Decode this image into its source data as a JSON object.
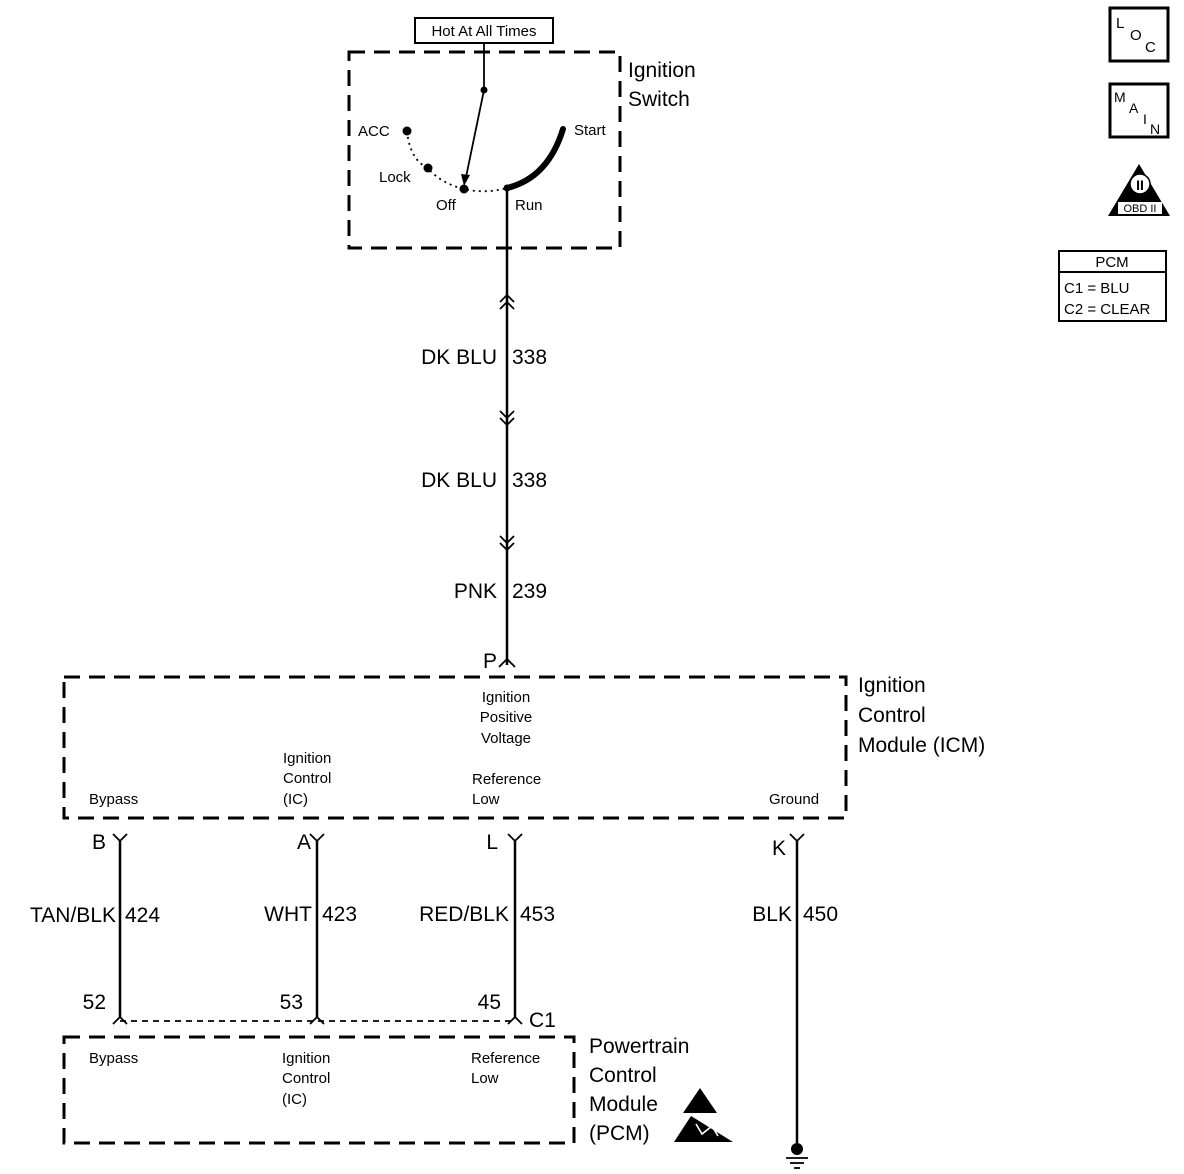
{
  "ignition_switch": {
    "hot_label": "Hot At All Times",
    "title_line1": "Ignition",
    "title_line2": "Switch",
    "positions": {
      "acc": "ACC",
      "lock": "Lock",
      "off": "Off",
      "run": "Run",
      "start": "Start"
    }
  },
  "icons": {
    "loc": {
      "l": "L",
      "o": "O",
      "c": "C"
    },
    "main": {
      "m": "M",
      "a": "A",
      "i": "I",
      "n": "N"
    },
    "obd": {
      "numeral": "II",
      "label": "OBD II"
    },
    "pcm_legend": {
      "title": "PCM",
      "c1": "C1 = BLU",
      "c2": "C2 = CLEAR"
    }
  },
  "wires": {
    "w1": {
      "color": "DK BLU",
      "circuit": "338"
    },
    "w2": {
      "color": "DK BLU",
      "circuit": "338"
    },
    "w3": {
      "color": "PNK",
      "circuit": "239"
    },
    "bypass": {
      "color": "TAN/BLK",
      "circuit": "424"
    },
    "ic": {
      "color": "WHT",
      "circuit": "423"
    },
    "ref_low": {
      "color": "RED/BLK",
      "circuit": "453"
    },
    "ground": {
      "color": "BLK",
      "circuit": "450"
    }
  },
  "icm": {
    "title_line1": "Ignition",
    "title_line2": "Control",
    "title_line3": "Module (ICM)",
    "pin_p": "P",
    "ipv_line1": "Ignition",
    "ipv_line2": "Positive",
    "ipv_line3": "Voltage",
    "bypass": "Bypass",
    "ic_line1": "Ignition",
    "ic_line2": "Control",
    "ic_line3": "(IC)",
    "ref_line1": "Reference",
    "ref_line2": "Low",
    "ground": "Ground",
    "pin_b": "B",
    "pin_a": "A",
    "pin_l": "L",
    "pin_k": "K"
  },
  "pcm": {
    "title_line1": "Powertrain",
    "title_line2": "Control",
    "title_line3": "Module",
    "title_line4": "(PCM)",
    "pin_52": "52",
    "pin_53": "53",
    "pin_45": "45",
    "connector": "C1",
    "bypass": "Bypass",
    "ic_line1": "Ignition",
    "ic_line2": "Control",
    "ic_line3": "(IC)",
    "ref_line1": "Reference",
    "ref_line2": "Low"
  }
}
